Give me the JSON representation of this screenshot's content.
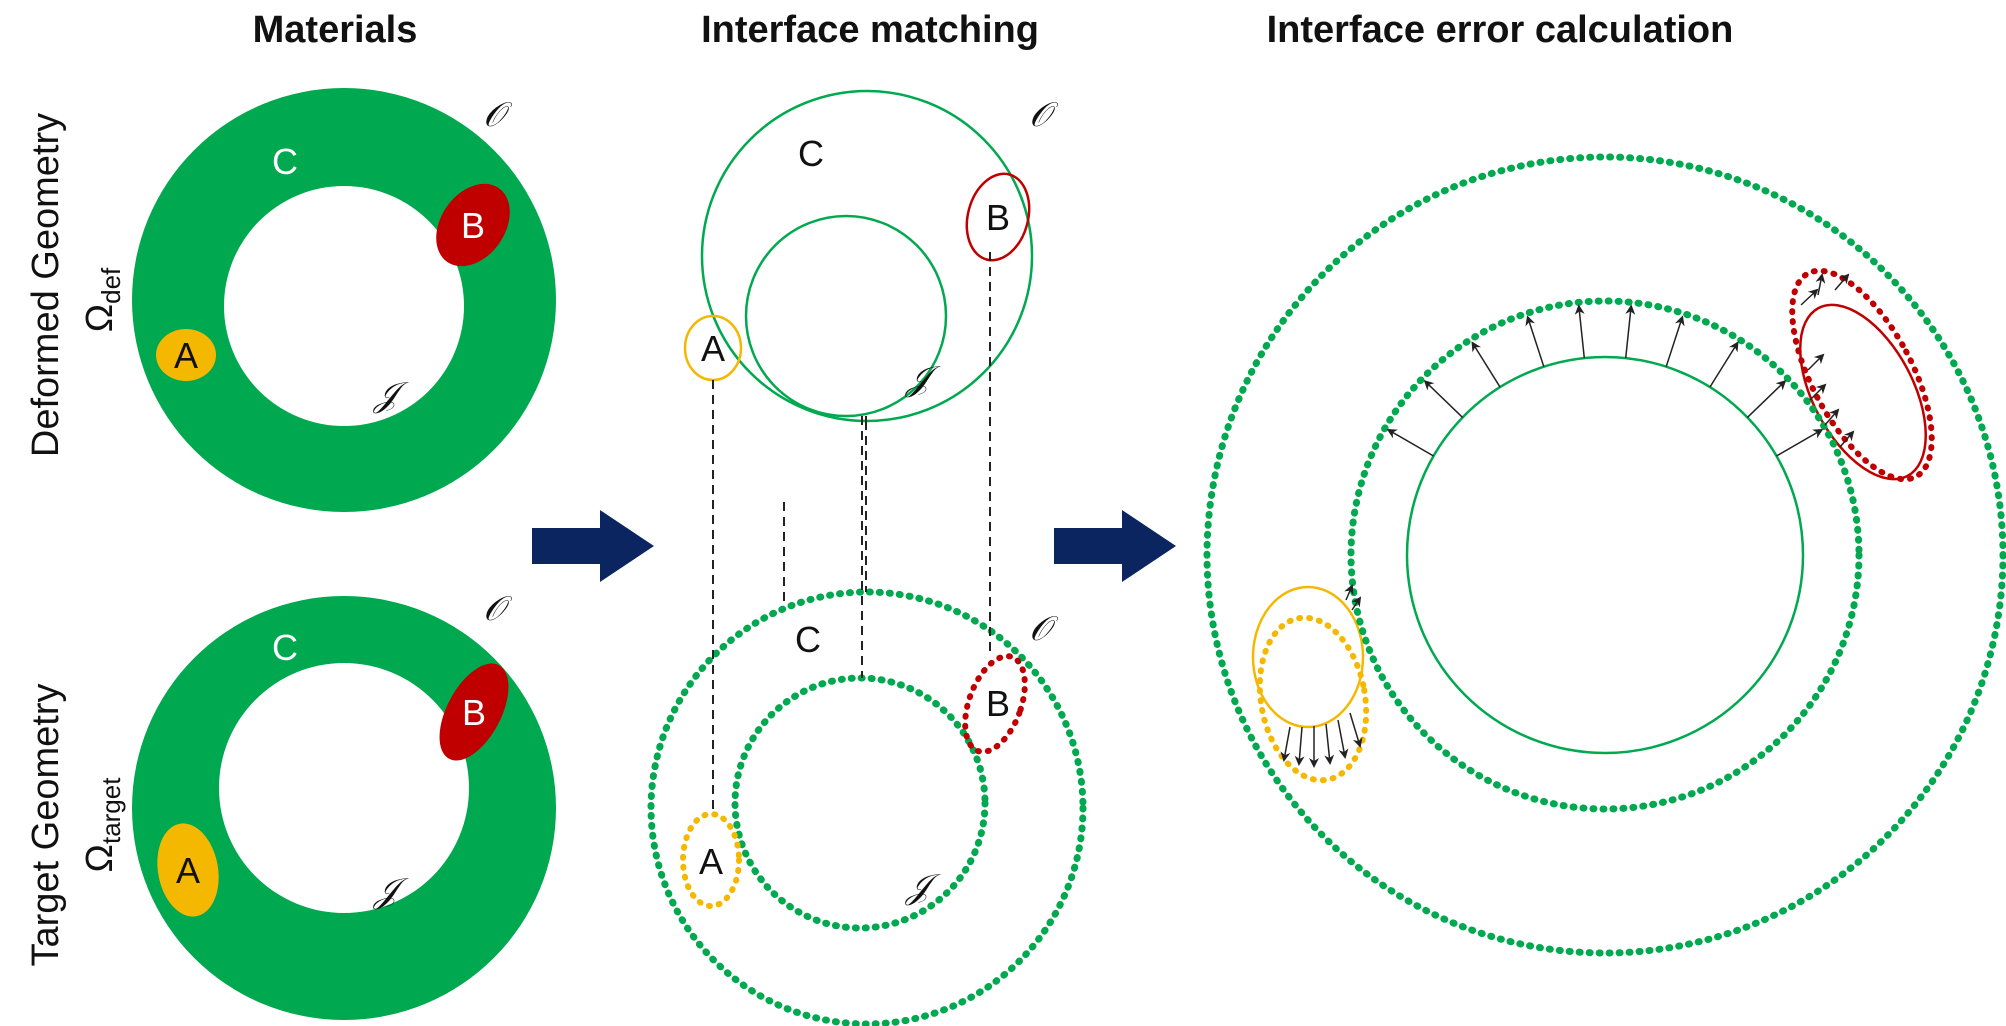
{
  "titles": {
    "materials": "Materials",
    "matching": "Interface matching",
    "error": "Interface error calculation"
  },
  "rows": {
    "deformed_label": "Deformed Geometry",
    "deformed_symbol": "Ω",
    "deformed_sub": "def",
    "target_label": "Target Geometry",
    "target_symbol": "Ω",
    "target_sub": "target"
  },
  "labels": {
    "A": "A",
    "B": "B",
    "C": "C",
    "outer": "𝒪",
    "inner": "𝒥"
  },
  "colors": {
    "green": "#00a94f",
    "red": "#c00000",
    "yellow": "#f5b800",
    "arrow_navy": "#0b2560"
  }
}
